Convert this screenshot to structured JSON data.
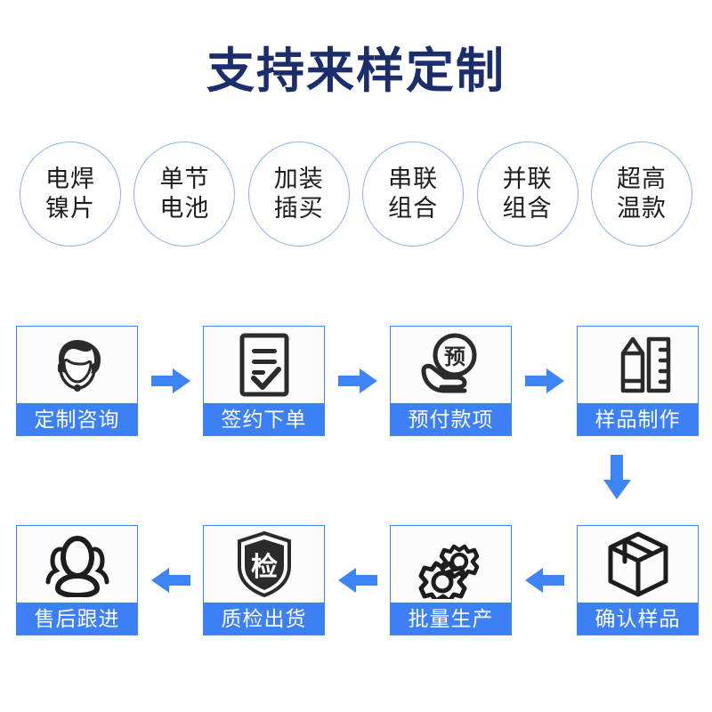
{
  "header": {
    "title": "支持来样定制",
    "title_color": "#1b2d6b"
  },
  "features": {
    "border_color": "#87b0ee",
    "items": [
      {
        "line1": "电焊",
        "line2": "镍片"
      },
      {
        "line1": "单节",
        "line2": "电池"
      },
      {
        "line1": "加装",
        "line2": "插买"
      },
      {
        "line1": "串联",
        "line2": "组合"
      },
      {
        "line1": "并联",
        "line2": "组含"
      },
      {
        "line1": "超高",
        "line2": "温款"
      }
    ]
  },
  "flow": {
    "accent_color": "#3d7ff5",
    "arrow_color": "#3d85f7",
    "border_color": "#3d85f7",
    "top_row": [
      {
        "label": "定制咨询",
        "icon": "headset-agent-icon"
      },
      {
        "label": "签约下单",
        "icon": "signed-document-icon"
      },
      {
        "label": "预付款项",
        "icon": "hand-prepay-icon"
      },
      {
        "label": "样品制作",
        "icon": "pencil-ruler-icon"
      }
    ],
    "bottom_row": [
      {
        "label": "售后跟进",
        "icon": "people-group-icon"
      },
      {
        "label": "质检出货",
        "icon": "inspection-shield-icon"
      },
      {
        "label": "批量生产",
        "icon": "gears-icon"
      },
      {
        "label": "确认样品",
        "icon": "carton-box-icon"
      }
    ],
    "arrows": {
      "top_direction": "right",
      "bottom_direction": "left",
      "connector_direction": "down"
    },
    "icon_glyphs": {
      "prepay_char": "预",
      "inspection_char": "检"
    }
  }
}
